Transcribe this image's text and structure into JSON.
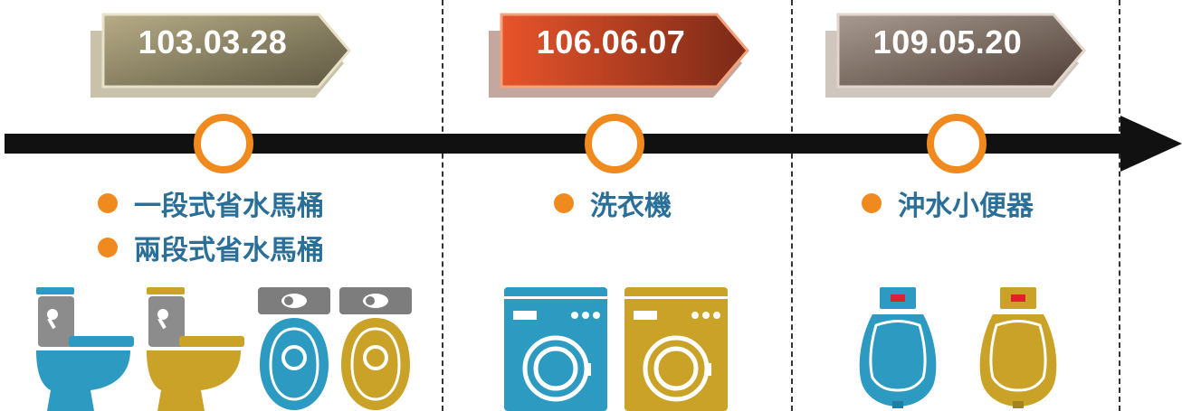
{
  "milestones": [
    {
      "date": "103.03.28",
      "items": [
        "一段式省水馬桶",
        "兩段式省水馬桶"
      ],
      "icons": [
        "toilet-icon",
        "toilet-icon",
        "toilet-top-icon",
        "toilet-top-icon"
      ]
    },
    {
      "date": "106.06.07",
      "items": [
        "洗衣機"
      ],
      "icons": [
        "washing-machine-icon",
        "washing-machine-icon"
      ]
    },
    {
      "date": "109.05.20",
      "items": [
        "沖水小便器"
      ],
      "icons": [
        "urinal-icon",
        "urinal-icon"
      ]
    }
  ],
  "colors": {
    "bullet": "#f08a1e",
    "node_ring": "#f08a1e",
    "text": "#2a6f97",
    "timeline": "#111111",
    "blue_fixture": "#2d9ac2",
    "gold_fixture": "#c9a227",
    "tag_1": "#7a7258",
    "tag_2": "#e0502a",
    "tag_3": "#6e5e55"
  }
}
